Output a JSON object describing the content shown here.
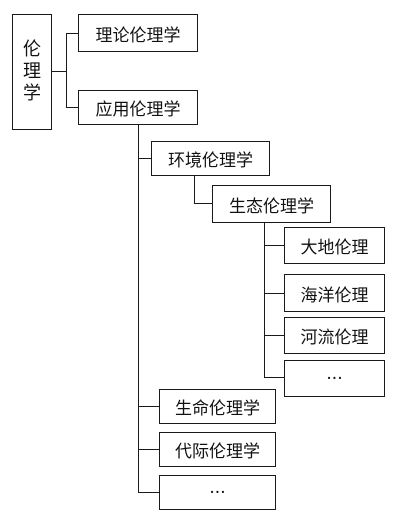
{
  "root": {
    "label_lines": [
      "伦",
      "理",
      "学"
    ]
  },
  "level1": [
    {
      "label": "理论伦理学"
    },
    {
      "label": "应用伦理学"
    }
  ],
  "applied_children": [
    {
      "label": "环境伦理学"
    },
    {
      "label": "生命伦理学"
    },
    {
      "label": "代际伦理学"
    },
    {
      "label": "···"
    }
  ],
  "environment_children": [
    {
      "label": "生态伦理学"
    }
  ],
  "ecology_children": [
    {
      "label": "大地伦理"
    },
    {
      "label": "海洋伦理"
    },
    {
      "label": "河流伦理"
    },
    {
      "label": "···"
    }
  ],
  "colors": {
    "line": "#1a1a1a",
    "text": "#111111",
    "background": "#ffffff"
  }
}
